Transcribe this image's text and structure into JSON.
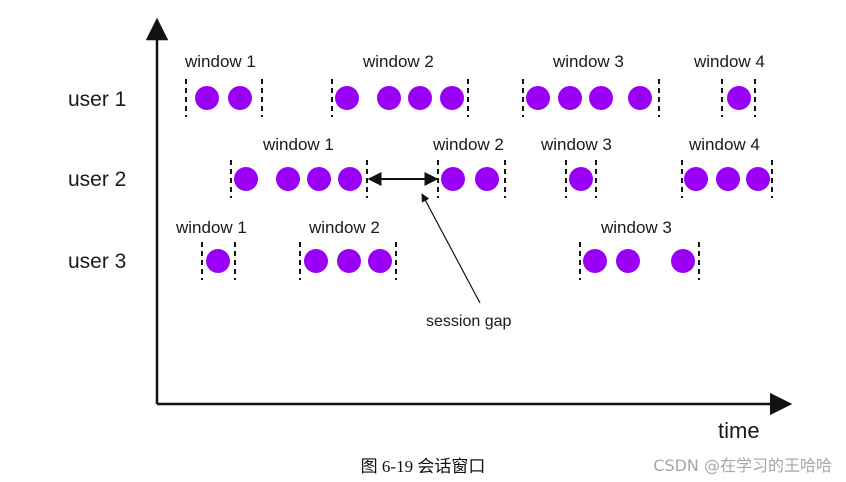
{
  "axis": {
    "x_label": "time"
  },
  "users": [
    {
      "label": "user 1",
      "windows": [
        {
          "label": "window 1",
          "dots": 2
        },
        {
          "label": "window 2",
          "dots": 4
        },
        {
          "label": "window 3",
          "dots": 4
        },
        {
          "label": "window 4",
          "dots": 1
        }
      ]
    },
    {
      "label": "user 2",
      "windows": [
        {
          "label": "window 1",
          "dots": 4
        },
        {
          "label": "window 2",
          "dots": 2
        },
        {
          "label": "window 3",
          "dots": 1
        },
        {
          "label": "window 4",
          "dots": 3
        }
      ]
    },
    {
      "label": "user 3",
      "windows": [
        {
          "label": "window 1",
          "dots": 1
        },
        {
          "label": "window 2",
          "dots": 3
        },
        {
          "label": "window 3",
          "dots": 3
        }
      ]
    }
  ],
  "annotation": {
    "label": "session gap"
  },
  "caption": "图 6-19  会话窗口",
  "watermark": "CSDN @在学习的王哈哈",
  "colors": {
    "event_dot": "#9a00f5",
    "line": "#111111",
    "caption_text": "#111111",
    "watermark_text": "#a7a7a7"
  }
}
